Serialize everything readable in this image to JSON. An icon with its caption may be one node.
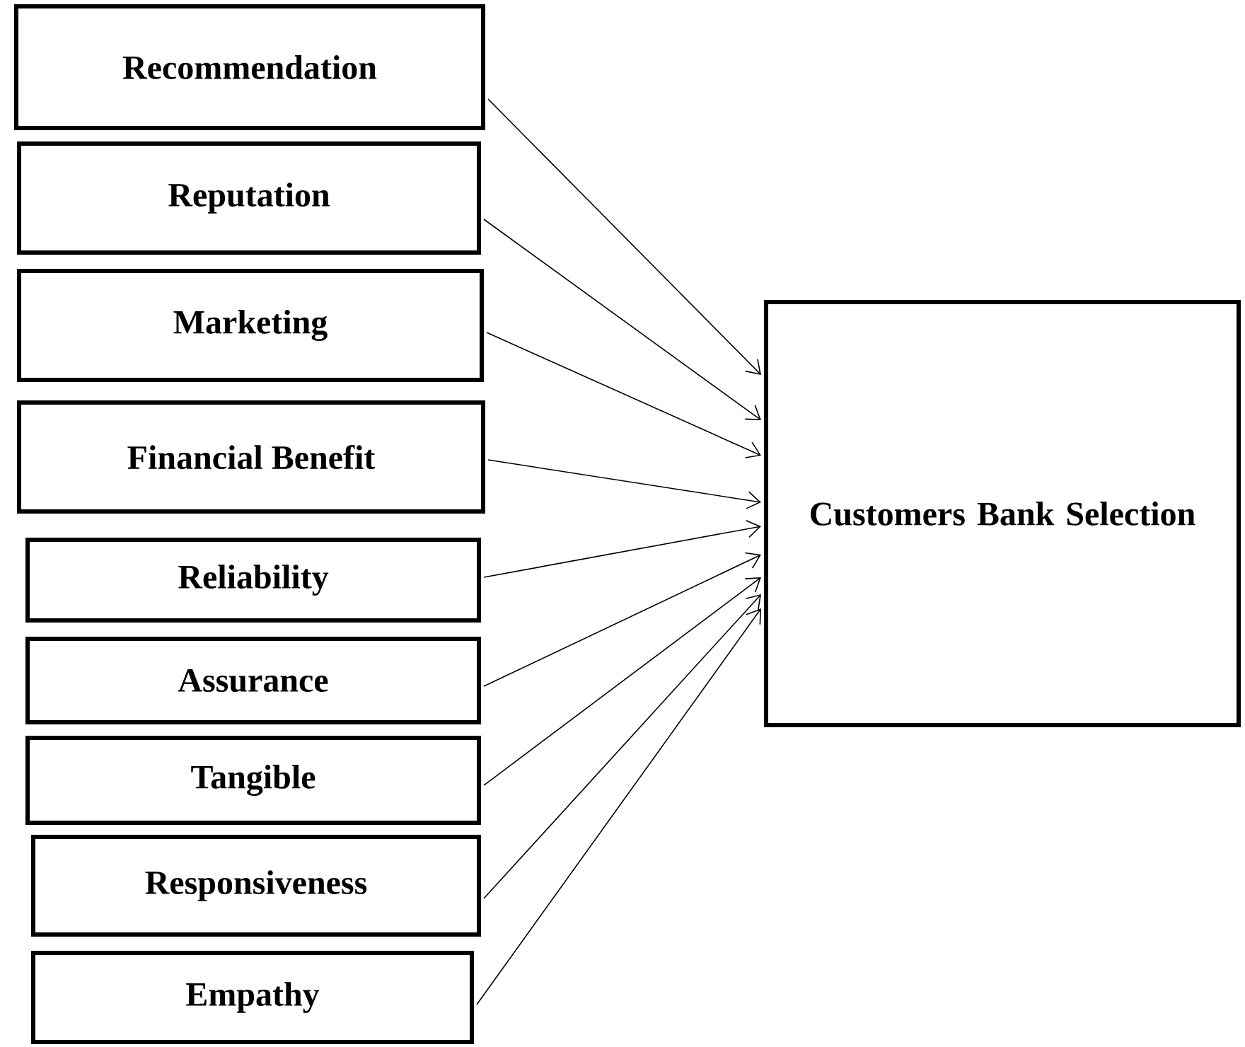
{
  "diagram": {
    "nodes": [
      {
        "text": [
          "Recommendation"
        ]
      },
      {
        "text": [
          "Reputation"
        ]
      },
      {
        "text": [
          "Marketing"
        ]
      },
      {
        "text": [
          "Financial Benefit"
        ]
      },
      {
        "text": [
          "Reliability"
        ]
      },
      {
        "text": [
          "Assurance"
        ]
      },
      {
        "text": [
          "Tangible"
        ]
      },
      {
        "text": [
          "Responsiveness"
        ]
      },
      {
        "text": [
          "Empathy"
        ]
      },
      {
        "text": [
          "Customers Bank Selection"
        ]
      }
    ],
    "edges": [
      {
        "from": 0,
        "to": 9,
        "arrow": "to"
      },
      {
        "from": 1,
        "to": 9,
        "arrow": "to"
      },
      {
        "from": 2,
        "to": 9,
        "arrow": "to"
      },
      {
        "from": 3,
        "to": 9,
        "arrow": "to"
      },
      {
        "from": 4,
        "to": 9,
        "arrow": "to"
      },
      {
        "from": 5,
        "to": 9,
        "arrow": "to"
      },
      {
        "from": 6,
        "to": 9,
        "arrow": "to"
      },
      {
        "from": 7,
        "to": 9,
        "arrow": "to"
      },
      {
        "from": 8,
        "to": 9,
        "arrow": "to"
      }
    ]
  }
}
